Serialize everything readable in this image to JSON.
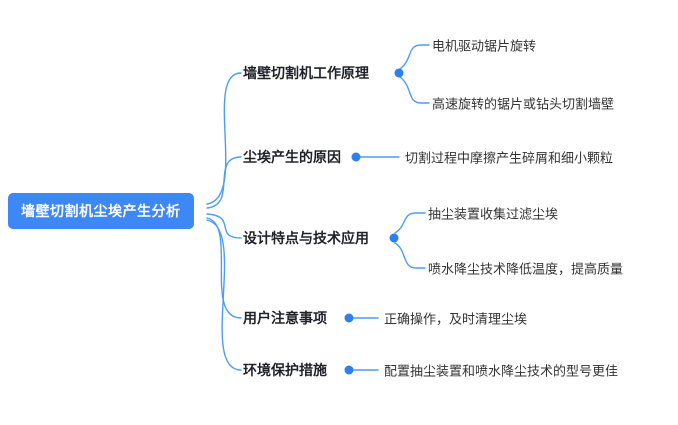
{
  "root": {
    "label": "墙壁切割机尘埃产生分析"
  },
  "branches": [
    {
      "label": "墙壁切割机工作原理",
      "children": [
        {
          "label": "电机驱动锯片旋转"
        },
        {
          "label": "高速旋转的锯片或钻头切割墙壁"
        }
      ]
    },
    {
      "label": "尘埃产生的原因",
      "children": [
        {
          "label": "切割过程中摩擦产生碎屑和细小颗粒"
        }
      ]
    },
    {
      "label": "设计特点与技术应用",
      "children": [
        {
          "label": "抽尘装置收集过滤尘埃"
        },
        {
          "label": "喷水降尘技术降低温度，提高质量"
        }
      ]
    },
    {
      "label": "用户注意事项",
      "children": [
        {
          "label": "正确操作，及时清理尘埃"
        }
      ]
    },
    {
      "label": "环境保护措施",
      "children": [
        {
          "label": "配置抽尘装置和喷水降尘技术的型号更佳"
        }
      ]
    }
  ],
  "colors": {
    "root_background": "#3e87f7",
    "root_text": "#ffffff",
    "connector_line": "#4f9cf5",
    "branch_dot": "#2e7ff2",
    "branch_text": "#1f2329",
    "leaf_text": "#333333"
  }
}
